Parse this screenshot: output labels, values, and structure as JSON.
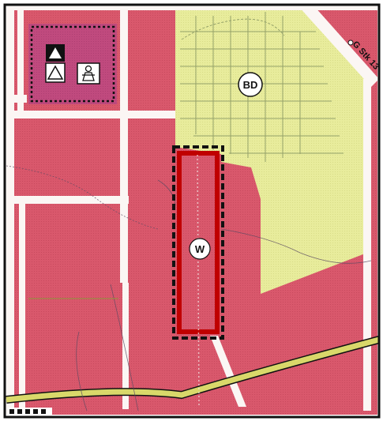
{
  "map": {
    "labels": {
      "street": "G Stk 13",
      "marker_bd": "BD",
      "marker_w": "W"
    },
    "icons": [
      "triangle-filled-icon",
      "triangle-outline-icon",
      "person-icon"
    ],
    "colors": {
      "zone_residential": "#d9586c",
      "zone_special": "#c04a7e",
      "zone_open": "#e8ec9c",
      "road": "#fbf6f4",
      "highway": "#d9d86a",
      "highlight_outline": "#c00000",
      "boundary": "#111111",
      "grid": "#7a8a5a"
    }
  }
}
